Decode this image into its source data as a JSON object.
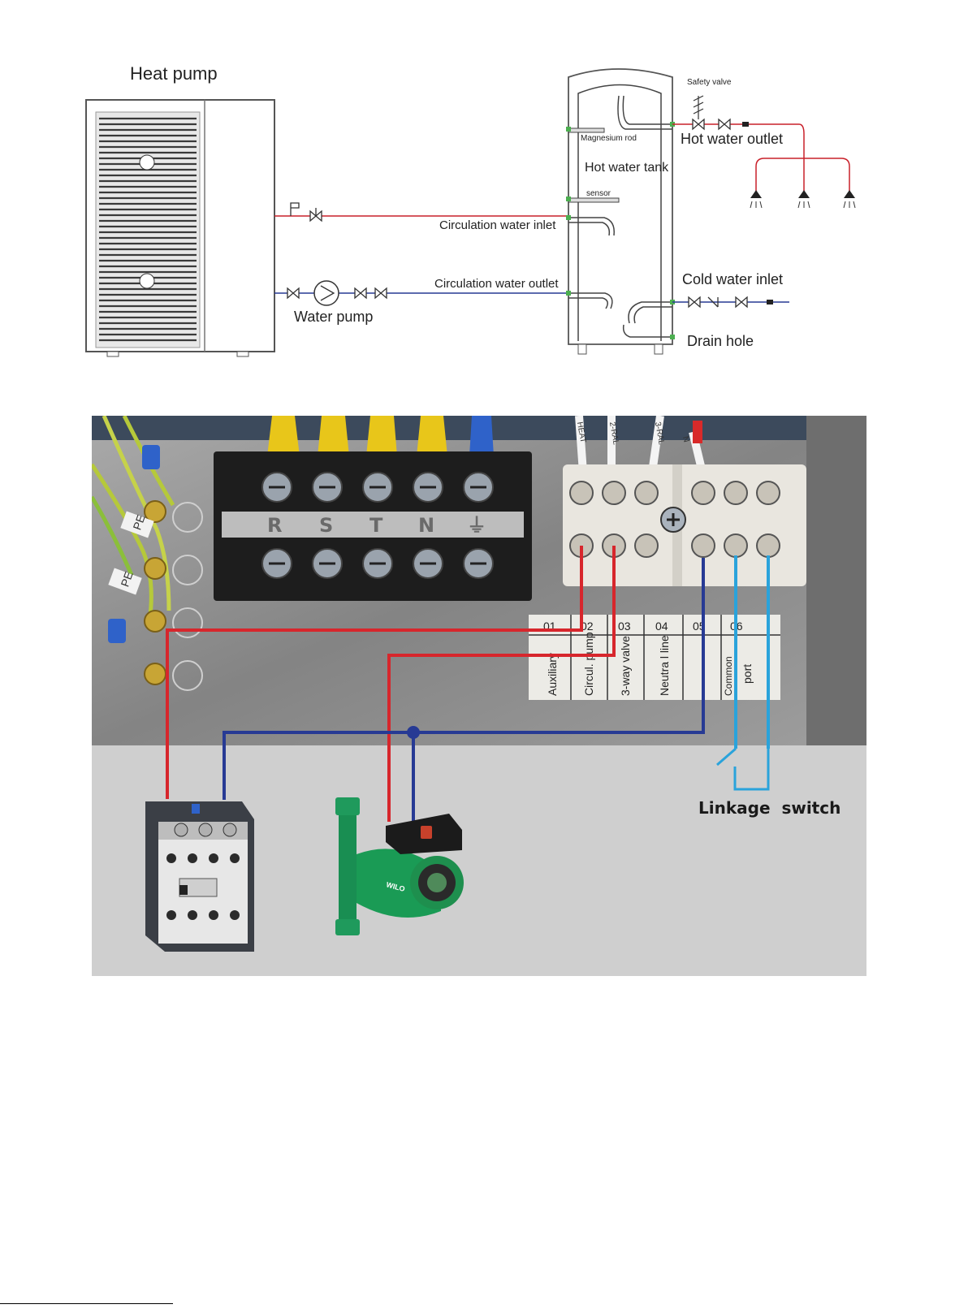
{
  "plumbing": {
    "heat_pump_label": "Heat pump",
    "water_pump_label": "Water pump",
    "tank_label": "Hot water tank",
    "magnesium_rod_label": "Magnesium rod",
    "sensor_label": "sensor",
    "safety_valve_label": "Safety valve",
    "hot_water_outlet_label": "Hot water outlet",
    "circulation_inlet_label": "Circulation water inlet",
    "circulation_outlet_label": "Circulation water outlet",
    "cold_water_inlet_label": "Cold water inlet",
    "drain_hole_label": "Drain hole"
  },
  "wiring": {
    "terminal_letters": [
      "R",
      "S",
      "T",
      "N",
      "⏚"
    ],
    "pe_labels": [
      "PE",
      "PE"
    ],
    "wire_tags": [
      "HEAT",
      "2-RAL",
      "3-RAL",
      "N"
    ],
    "port_table": {
      "numbers": [
        "01",
        "02",
        "03",
        "04",
        "05",
        "06"
      ],
      "names": [
        "Auxiliary",
        "Circul. pump",
        "3-way valve",
        "Neutra l line",
        "Common",
        "port"
      ]
    },
    "linkage_switch_label": "Linkage  switch",
    "pump_brand": "WILO"
  },
  "colors": {
    "hot_line": "#d7262c",
    "cold_line": "#273a94",
    "signal_line": "#2aa3db",
    "background_gray": "#cfcfcf",
    "panel_metal": "#9a9a9a"
  }
}
